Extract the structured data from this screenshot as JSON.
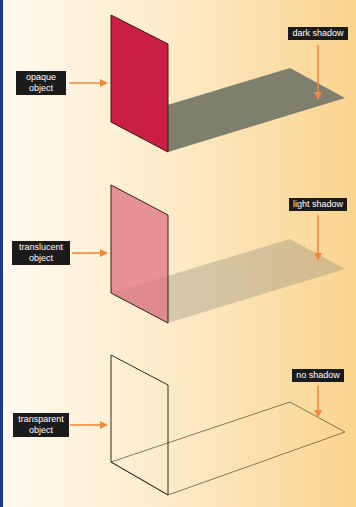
{
  "diagram": {
    "nodes": [
      {
        "text": [
          "dark shadow"
        ]
      },
      {
        "text": [
          "opaque object"
        ]
      },
      {
        "text": [
          "light shadow"
        ]
      },
      {
        "text": [
          "translucent object"
        ]
      },
      {
        "text": [
          "no shadow"
        ]
      },
      {
        "text": [
          "transparent object"
        ]
      }
    ]
  }
}
